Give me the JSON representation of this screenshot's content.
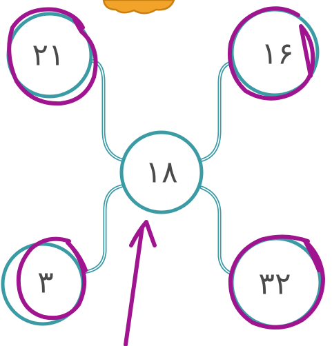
{
  "diagram": {
    "center": {
      "label": "۱۸"
    },
    "nodes": [
      {
        "id": "top-left",
        "label": "۲۱",
        "circled": true
      },
      {
        "id": "top-right",
        "label": "۱۶",
        "circled": true
      },
      {
        "id": "bottom-left",
        "label": "۳",
        "circled": true
      },
      {
        "id": "bottom-right",
        "label": "۳۲",
        "circled": true
      }
    ],
    "colors": {
      "node_stroke": "#3a9ba5",
      "connector": "#3a9ba5",
      "annotation": "#a0158f",
      "decoration": "#f2a32a",
      "text": "#4a4a4a"
    }
  },
  "icons": {
    "top_decoration": "orange-cloud-decoration",
    "pointer": "hand-drawn-arrow-icon"
  }
}
